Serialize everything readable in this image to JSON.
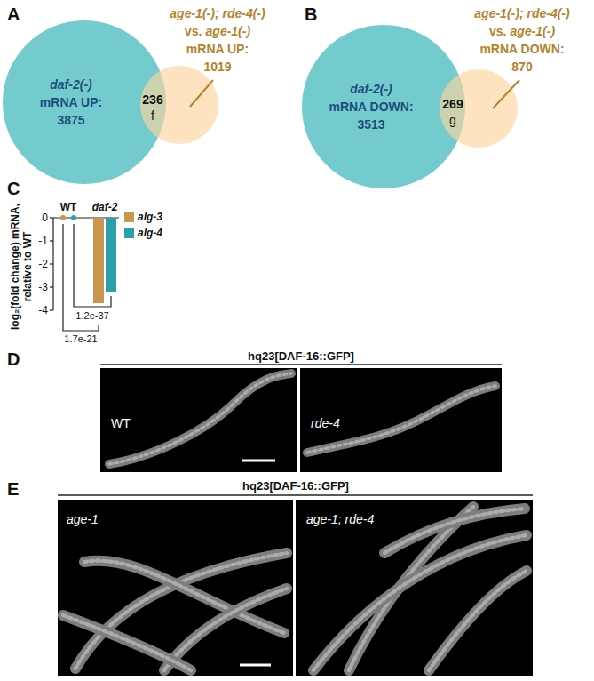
{
  "diagram": {
    "nodes": [
      {
        "text": [
          "daf-2(-)",
          "mRNA UP:",
          "3875"
        ]
      },
      {
        "text": [
          "age-1(-); rde-4(-)",
          "vs.",
          "age-1(-)",
          "mRNA UP:",
          "1019"
        ]
      },
      {
        "text": [
          "daf-2(-)",
          "mRNA DOWN:",
          "3513"
        ]
      },
      {
        "text": [
          "age-1(-); rde-4(-)",
          "vs.",
          "age-1(-)",
          "mRNA DOWN:",
          "870"
        ]
      },
      {
        "text": [
          "WT"
        ]
      },
      {
        "text": [
          "rde-4"
        ]
      },
      {
        "text": [
          "age-1"
        ]
      },
      {
        "text": [
          "age-1; rde-4"
        ]
      }
    ],
    "labels": [
      "A",
      "B",
      "236",
      "f",
      "269",
      "g",
      "C",
      "log₂(fold change) mRNA, relative to WT",
      "0",
      "-1",
      "-2",
      "-3",
      "-4",
      "WT",
      "daf-2",
      "1.2e-37",
      "1.7e-21",
      "D",
      "hq23[DAF-16::GFP]",
      "E",
      "hq23[DAF-16::GFP]"
    ],
    "legend": [
      {
        "text": "alg-3",
        "color": "#c8964c"
      },
      {
        "text": "alg-4",
        "color": "#2ba0a8"
      }
    ]
  }
}
